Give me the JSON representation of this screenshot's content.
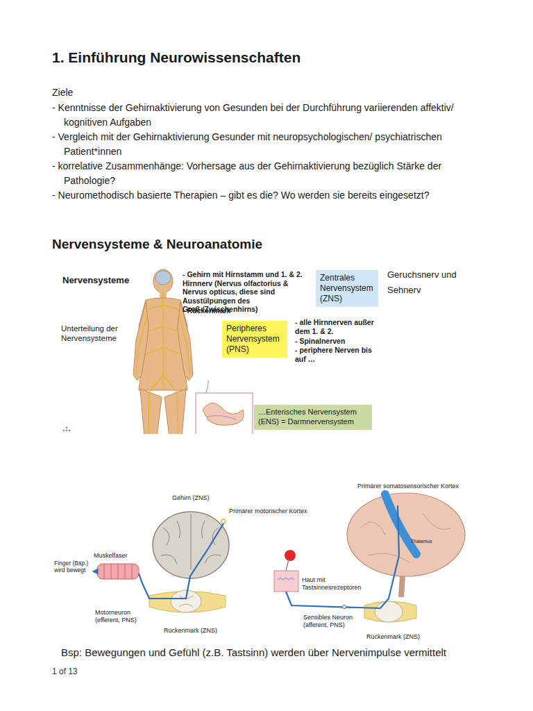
{
  "diagram": {
    "title": "1. Einführung Neurowissenschaften",
    "caption": "Bsp: Bewegungen und Gefühl (z.B. Tastsinn) werden über Nervenimpulse vermittelt",
    "nodes": [
      {
        "text": [
          "Zentrales Nervensystem (ZNS)"
        ]
      },
      {
        "text": [
          "Peripheres Nervensystem (PNS)"
        ]
      },
      {
        "text": [
          "…Enterisches Nervensystem (ENS) = Darmnervensystem"
        ]
      }
    ],
    "labels": [
      "Ziele",
      "- Kenntnisse der Gehirnaktivierung von Gesunden bei der Durchführung variierenden affektiv/ kognitiven Aufgaben",
      "- Vergleich mit der Gehirnaktivierung Gesunder mit neuropsychologischen/ psychiatrischen Patient*innen",
      "- korrelative Zusammenhänge: Vorhersage aus der Gehirnaktivierung bezüglich Stärke der Pathologie?",
      "- Neuromethodisch basierte Therapien – gibt es die? Wo werden sie bereits eingesetzt?",
      "Nervensysteme & Neuroanatomie",
      "Nervensysteme",
      "- Gehirn mit Hirnstamm und 1. & 2. Hirnnerv (Nervus olfactorius & Nervus opticus, diese sind Ausstülpungen des Groß-/Zwischenhirns)",
      "- Rückenmark",
      "Geruchsnerv und Sehnerv",
      "Unterteilung der Nervensysteme",
      "- alle Hirnnerven außer dem 1. & 2.",
      "- Spinalnerven",
      "- periphere Nerven bis auf …",
      "Gehirn (ZNS)",
      "Primärer motorischer Kortex",
      "Primärer somatosensorischer Kortex",
      "Thalamus",
      "Muskelfaser",
      "Finger (Bsp.) wird bewegt",
      "Motorneuron (efferent, PNS)",
      "Rückenmark (ZNS)",
      "Haut mit Tastsinnesrezeptoren",
      "Sensibles Neuron (afferent, PNS)",
      "Rückenmark (ZNS)",
      "1 of 13"
    ]
  }
}
